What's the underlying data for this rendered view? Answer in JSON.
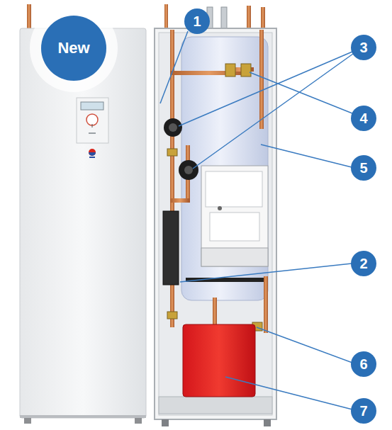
{
  "diagram": {
    "nodes": [
      {
        "text": [
          "New"
        ]
      },
      {
        "text": [
          "1"
        ]
      },
      {
        "text": [
          "3"
        ]
      },
      {
        "text": [
          "4"
        ]
      },
      {
        "text": [
          "5"
        ]
      },
      {
        "text": [
          "2"
        ]
      },
      {
        "text": [
          "6"
        ]
      },
      {
        "text": [
          "7"
        ]
      }
    ]
  }
}
